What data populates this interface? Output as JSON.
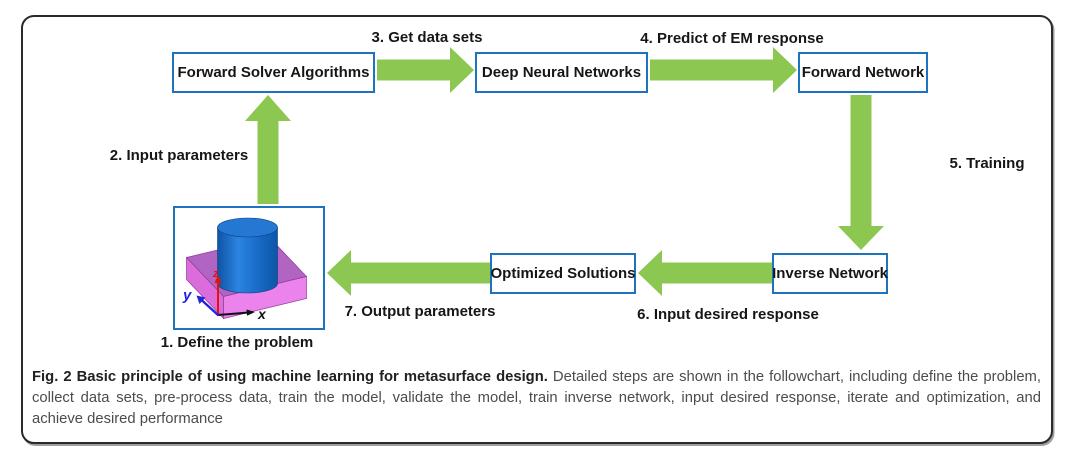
{
  "figure": {
    "boxes": {
      "forward_solver": "Forward Solver Algorithms",
      "deep_neural": "Deep Neural Networks",
      "forward_network": "Forward Network",
      "inverse_network": "Inverse Network",
      "optimized_solutions": "Optimized Solutions"
    },
    "steps": {
      "s1": "1. Define the problem",
      "s2": "2. Input parameters",
      "s3": "3. Get data sets",
      "s4": "4. Predict of EM response",
      "s5": "5. Training",
      "s6": "6. Input desired response",
      "s7": "7. Output parameters"
    },
    "axes": {
      "x": "x",
      "y": "y",
      "z": "z"
    },
    "caption": {
      "bold": "Fig. 2 Basic principle of using machine learning for metasurface design.",
      "body": " Detailed steps are shown in the followchart, including define the problem, collect data sets, pre-process data, train the model, validate the model, train inverse network, input desired response, iterate and optimization, and achieve desired performance"
    },
    "colors": {
      "arrow_green": "#8CC751",
      "box_border_blue": "#1E73BE",
      "frame_border": "#2A2A2C",
      "slab_top_purple": "#B164C1",
      "slab_front_pink": "#DC6BDC",
      "slab_side_pink": "#EC82EC",
      "cylinder_blue": "#1A6ED0",
      "axis_x_color": "#111111",
      "axis_y_color": "#2323DC",
      "axis_z_color": "#E8100C",
      "caption_text": "#4C4C4E"
    }
  }
}
